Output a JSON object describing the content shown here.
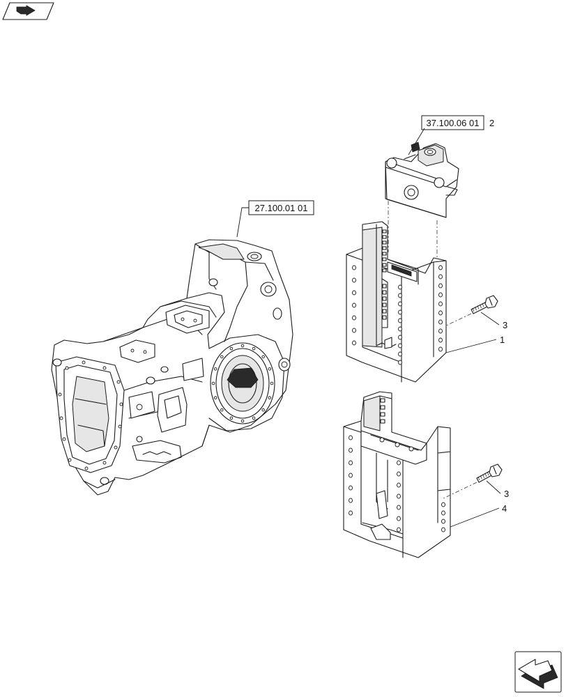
{
  "references": {
    "top_right": "37.100.06 01",
    "left": "27.100.01 01"
  },
  "callouts": {
    "item_2": "2",
    "item_3_upper": "3",
    "item_1": "1",
    "item_3_lower": "3",
    "item_4": "4"
  },
  "icons": {
    "top_left": "book-arrow-icon",
    "bottom_right": "next-page-arrow-icon"
  }
}
